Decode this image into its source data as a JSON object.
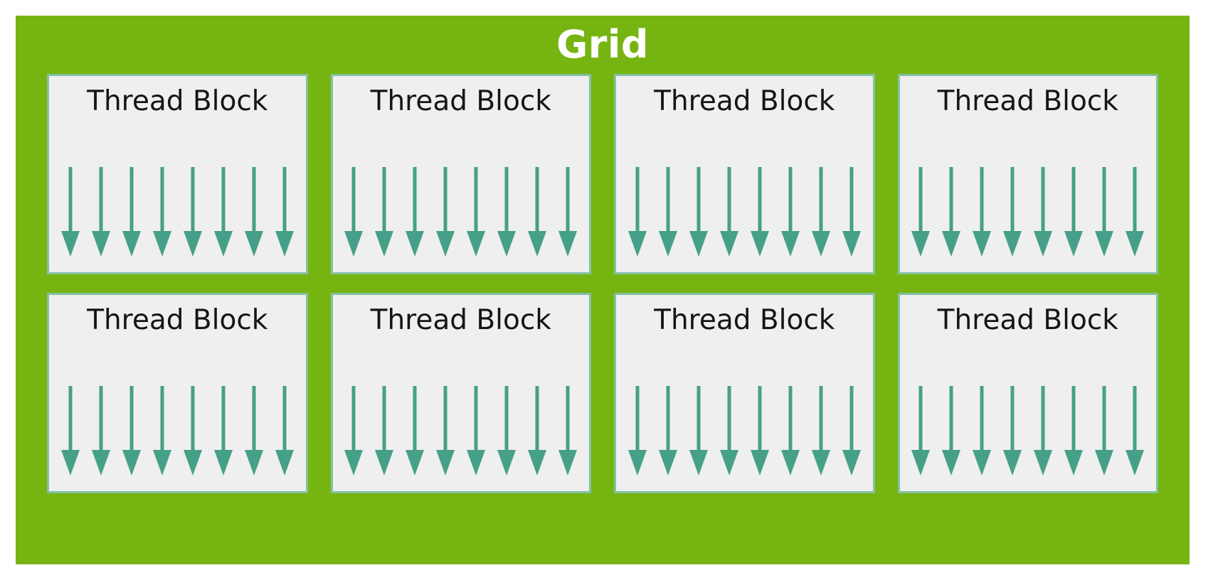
{
  "diagram": {
    "type": "cuda-grid-hierarchy",
    "title": "Grid",
    "colors": {
      "grid_background": "#76b511",
      "block_background": "#efefef",
      "block_border": "#84c1a4",
      "arrow": "#46a088",
      "title_text": "#ffffff",
      "label_text": "#151515",
      "page_background": "#ffffff"
    },
    "layout": {
      "rows": 2,
      "columns": 4,
      "blocks_total": 8,
      "threads_per_block": 8,
      "arrow_direction": "down"
    },
    "rows": [
      {
        "row_index": 0,
        "blocks": [
          {
            "label": "Thread Block",
            "threads": 8
          },
          {
            "label": "Thread Block",
            "threads": 8
          },
          {
            "label": "Thread Block",
            "threads": 8
          },
          {
            "label": "Thread Block",
            "threads": 8
          }
        ]
      },
      {
        "row_index": 1,
        "blocks": [
          {
            "label": "Thread Block",
            "threads": 8
          },
          {
            "label": "Thread Block",
            "threads": 8
          },
          {
            "label": "Thread Block",
            "threads": 8
          },
          {
            "label": "Thread Block",
            "threads": 8
          }
        ]
      }
    ],
    "icons": {
      "thread_arrow": "down-arrow-icon"
    }
  }
}
